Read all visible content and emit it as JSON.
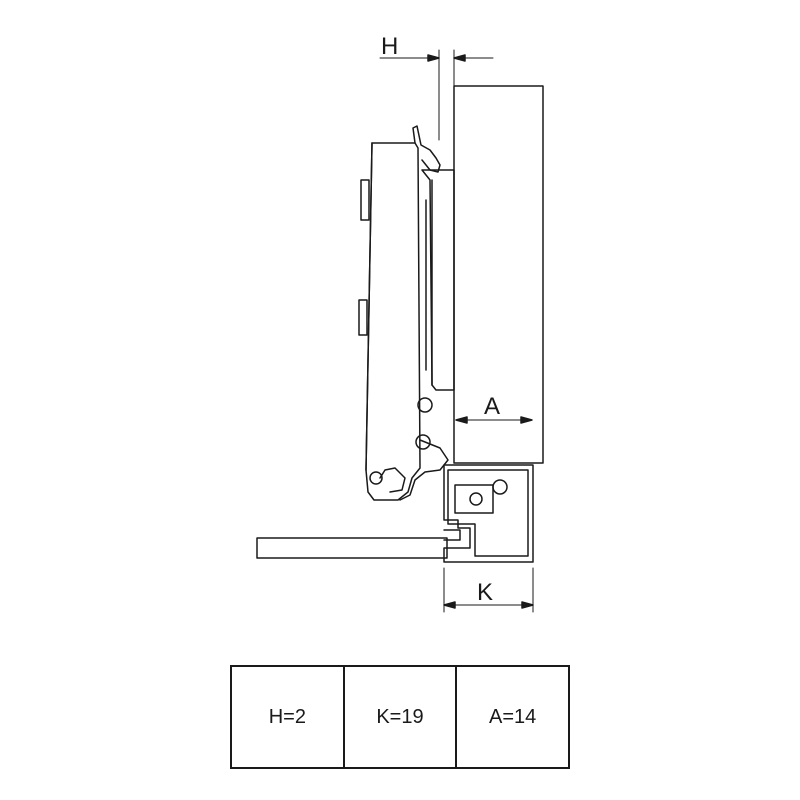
{
  "labels": {
    "h": "H",
    "a": "A",
    "k": "K"
  },
  "specs": [
    {
      "text": "H=2"
    },
    {
      "text": "K=19"
    },
    {
      "text": "A=14"
    }
  ]
}
